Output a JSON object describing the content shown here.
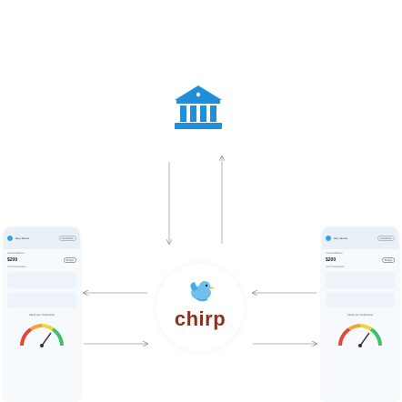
{
  "bank": {
    "icon": "bank-icon",
    "color": "#1e8fd8"
  },
  "brand": {
    "name": "chirp",
    "color": "#8b2f1e",
    "bird_icon": "bird-icon"
  },
  "phone_left": {
    "user": "Hey James",
    "chip": "contribution",
    "balance_label": "Current Balance",
    "balance": "$200",
    "pill": "Budget",
    "section": "Your Transactions",
    "gauge_title": "Check your Credit Score"
  },
  "phone_right": {
    "user": "Hey James",
    "chip": "contribution",
    "balance_label": "Current Balance",
    "balance": "$200",
    "pill": "Budget",
    "section": "Your Transactions",
    "gauge_title": "Check your Credit Score"
  }
}
